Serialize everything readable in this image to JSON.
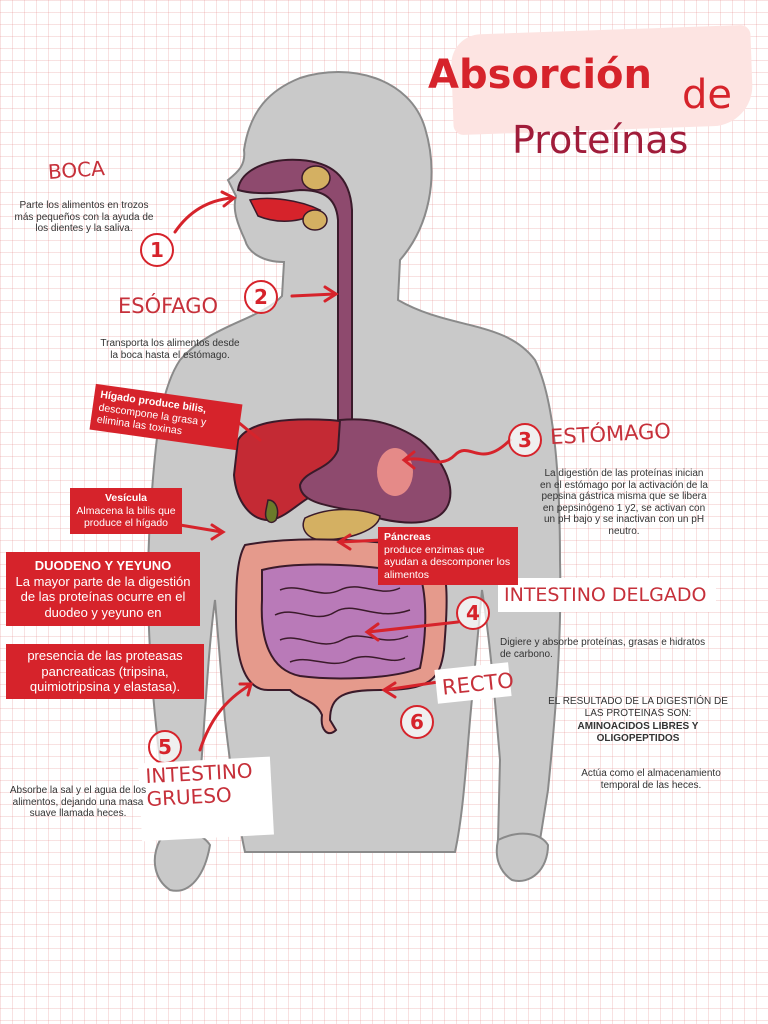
{
  "title": {
    "line1": "Absorción",
    "de": "de",
    "line2": "Proteínas"
  },
  "steps": [
    {
      "n": "1",
      "label": "BOCA",
      "desc": "Parte los alimentos en trozos más pequeños con la ayuda de los dientes y la saliva."
    },
    {
      "n": "2",
      "label": "ESÓFAGO",
      "desc": "Transporta los alimentos desde la boca hasta el estómago."
    },
    {
      "n": "3",
      "label": "ESTÓMAGO",
      "desc": "La digestión de las proteínas inician en el estómago por la activación de la pepsina gástrica misma que se libera en pepsinógeno 1 y2, se activan con un pH bajo y se inactivan con un pH neutro."
    },
    {
      "n": "4",
      "label": "INTESTINO DELGADO",
      "desc": "Digiere y absorbe proteínas, grasas e hidratos de carbono."
    },
    {
      "n": "5",
      "label": "INTESTINO GRUESO",
      "desc": "Absorbe la sal y el agua de los alimentos, dejando una masa suave llamada heces."
    },
    {
      "n": "6",
      "label": "RECTO",
      "desc": "Actúa como el almacenamiento temporal de las heces."
    }
  ],
  "higado": {
    "title": "Hígado produce bilis,",
    "text": "descompone la grasa y elimina las toxinas"
  },
  "vesicula": {
    "title": "Vesícula",
    "text": "Almacena la bilis que produce el hígado"
  },
  "pancreas": {
    "title": "Páncreas",
    "text": "produce enzimas que ayudan a descomponer los alimentos"
  },
  "duodeno": {
    "title": "DUODENO Y YEYUNO",
    "text1": "La mayor parte de la digestión de las proteínas ocurre en el duodeo y yeyuno en",
    "text2": "presencia de las proteasas pancreaticas (tripsina, quimiotripsina y elastasa)."
  },
  "resultado": {
    "line1": "EL RESULTADO DE LA DIGESTIÓN DE LAS PROTEINAS SON:",
    "line2": "AMINOACIDOS LIBRES Y OLIGOPEPTIDOS"
  },
  "colors": {
    "accent": "#d6232b",
    "title": "#a01c3a",
    "body": "#c9c9c9",
    "digestive": "#8e4a6e",
    "liver": "#c42a34",
    "intestine": "#e59a8c"
  }
}
